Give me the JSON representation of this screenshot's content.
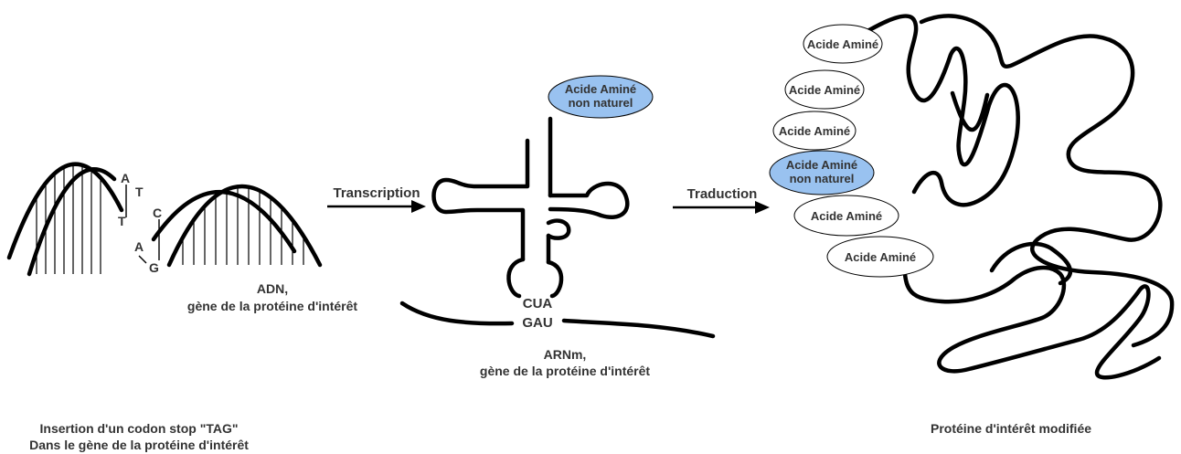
{
  "dna": {
    "bases": {
      "a1": "A",
      "t1": "T",
      "t2": "T",
      "c": "C",
      "a2": "A",
      "g": "G"
    },
    "label_line1": "ADN,",
    "label_line2": "gène de la protéine d'intérêt"
  },
  "step1_caption": {
    "line1": "Insertion d'un codon stop \"TAG\"",
    "line2": "Dans le gène de la protéine d'intérêt"
  },
  "arrows": {
    "transcription": "Transcription",
    "traduction": "Traduction"
  },
  "trna": {
    "amino_line1": "Acide Aminé",
    "amino_line2": "non naturel",
    "anticodon": "CUA"
  },
  "mrna": {
    "codon": "GAU",
    "label_line1": "ARNm,",
    "label_line2": "gène de la protéine d'intérêt"
  },
  "protein": {
    "amino_acids": [
      "Acide Aminé",
      "Acide Aminé",
      "Acide Aminé",
      "Acide Aminé",
      "Acide Aminé"
    ],
    "unnatural_line1": "Acide Aminé",
    "unnatural_line2": "non naturel",
    "caption": "Protéine d'intérêt modifiée"
  },
  "colors": {
    "unnatural_fill": "#99c2f0",
    "natural_fill": "#ffffff",
    "text": "#333333"
  }
}
